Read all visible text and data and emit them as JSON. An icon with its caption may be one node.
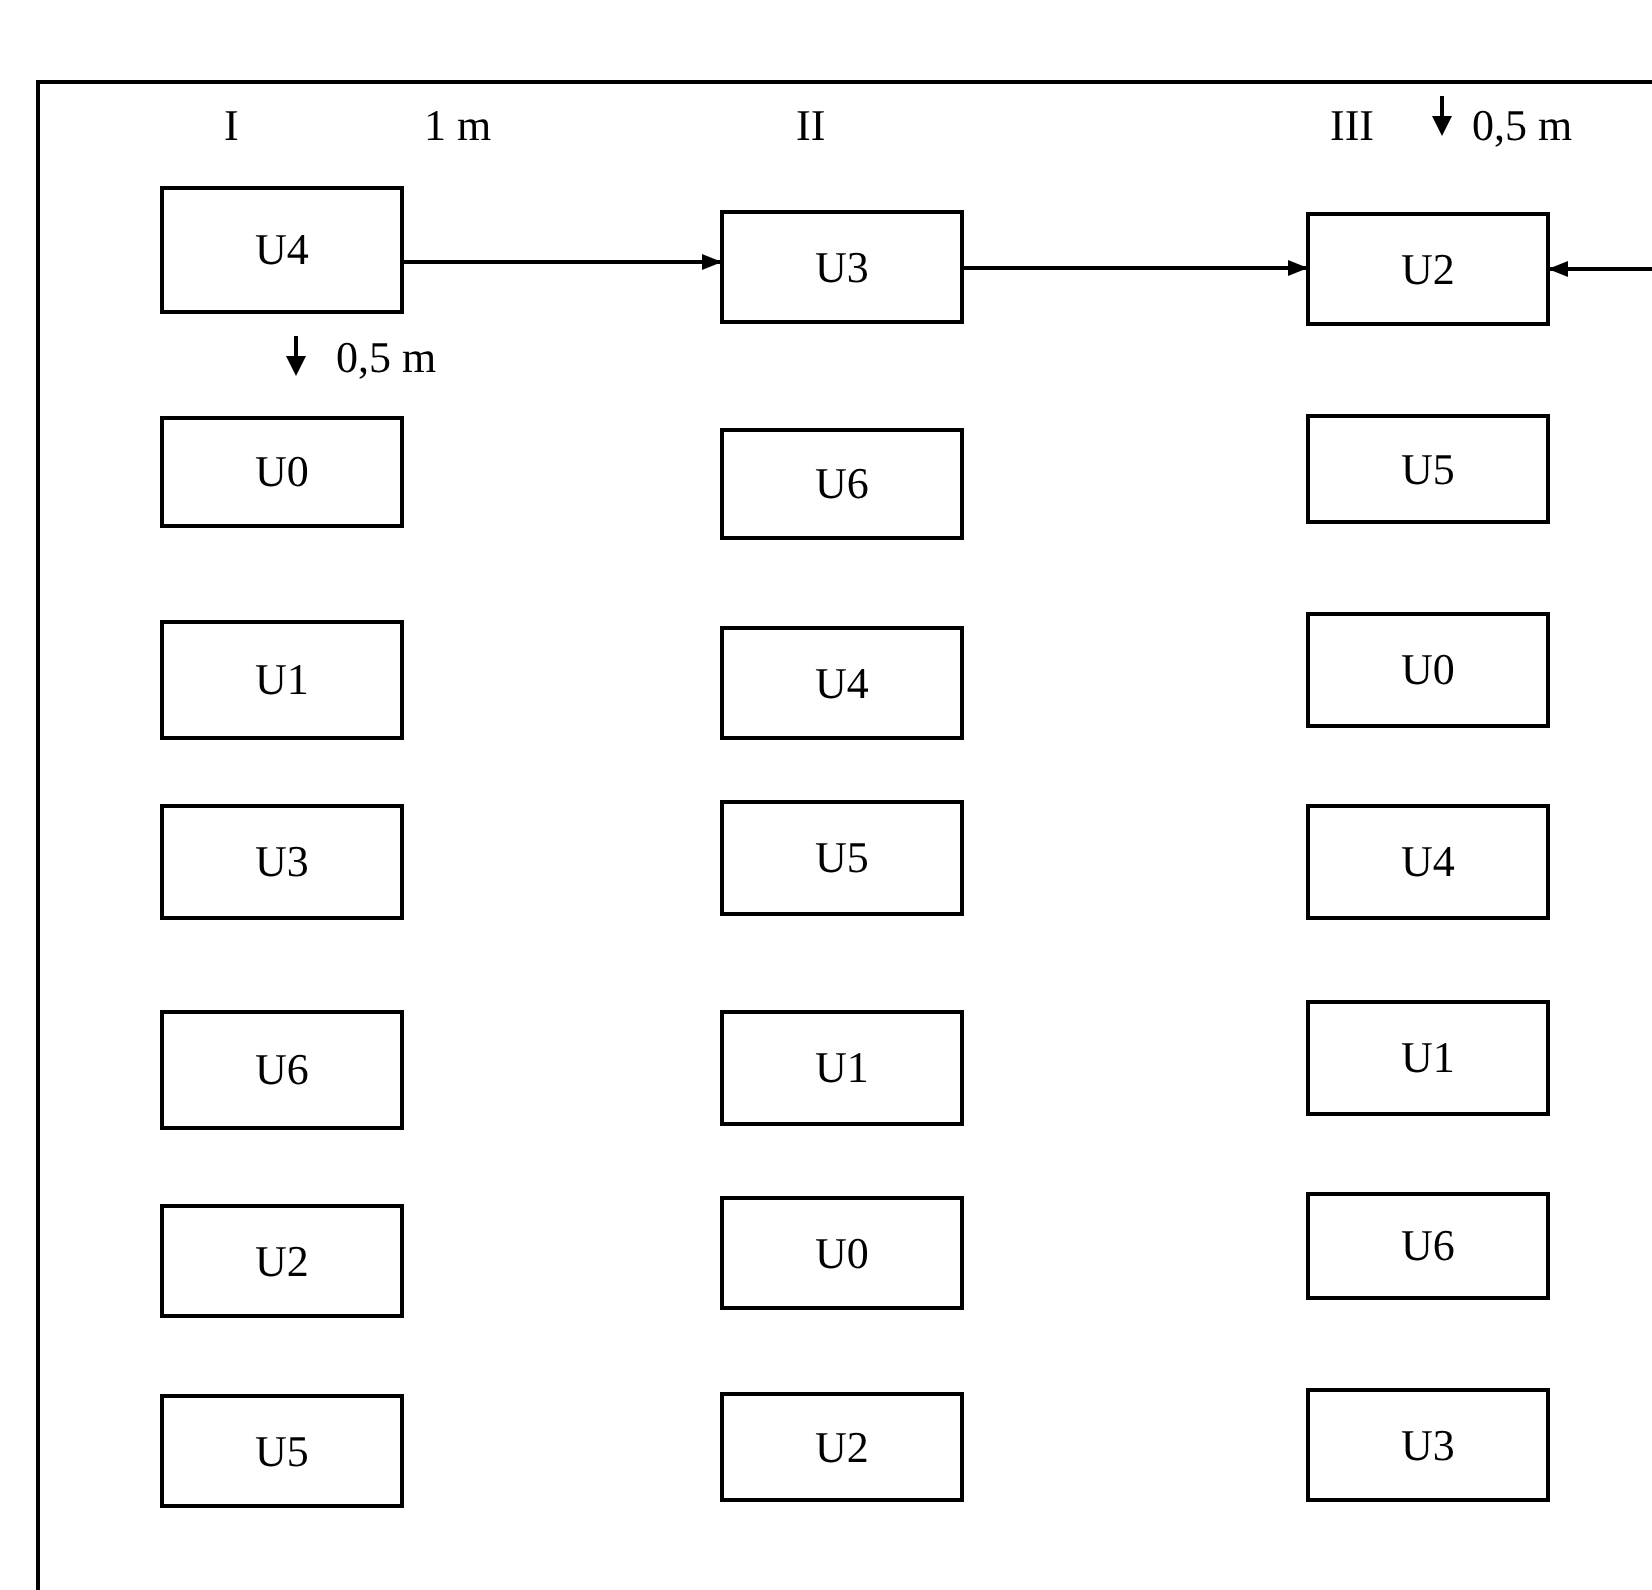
{
  "diagram": {
    "nodes": [
      {
        "text": [
          "U4"
        ]
      },
      {
        "text": [
          "U3"
        ]
      },
      {
        "text": [
          "U2"
        ]
      },
      {
        "text": [
          "U0"
        ]
      },
      {
        "text": [
          "U6"
        ]
      },
      {
        "text": [
          "U5"
        ]
      },
      {
        "text": [
          "U1"
        ]
      },
      {
        "text": [
          "U4"
        ]
      },
      {
        "text": [
          "U0"
        ]
      },
      {
        "text": [
          "U3"
        ]
      },
      {
        "text": [
          "U5"
        ]
      },
      {
        "text": [
          "U4"
        ]
      },
      {
        "text": [
          "U6"
        ]
      },
      {
        "text": [
          "U1"
        ]
      },
      {
        "text": [
          "U1"
        ]
      },
      {
        "text": [
          "U2"
        ]
      },
      {
        "text": [
          "U0"
        ]
      },
      {
        "text": [
          "U6"
        ]
      },
      {
        "text": [
          "U5"
        ]
      },
      {
        "text": [
          "U2"
        ]
      },
      {
        "text": [
          "U3"
        ]
      }
    ],
    "edges": [
      {
        "from": 0,
        "to": 1,
        "arrow": "to"
      },
      {
        "from": 1,
        "to": 2,
        "arrow": "to"
      },
      {
        "from": null,
        "to": 2,
        "arrow": "to"
      }
    ],
    "labels": [
      "I",
      "1 m",
      "II",
      "III",
      "0,5 m",
      "0,5 m"
    ]
  }
}
